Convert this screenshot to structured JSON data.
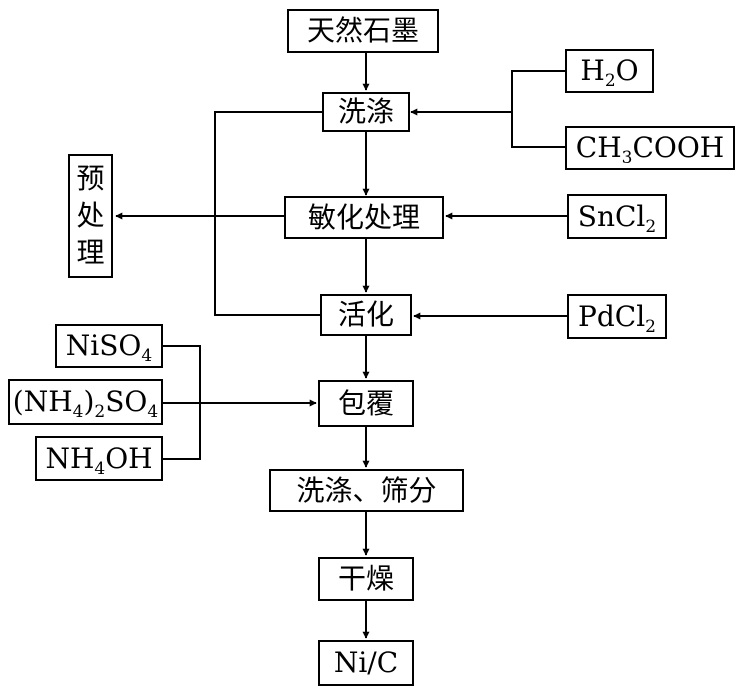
{
  "main_flow": {
    "natural_graphite": "天然石墨",
    "washing": "洗涤",
    "sensitization": "敏化处理",
    "activation": "活化",
    "coating": "包覆",
    "wash_sieve": "洗涤、筛分",
    "drying": "干燥",
    "product": "Ni/C"
  },
  "pretreatment": {
    "chars": [
      "预",
      "处",
      "理"
    ]
  },
  "reagents": {
    "water": {
      "a": "H",
      "sub1": "2",
      "b": "O"
    },
    "acetic_acid": {
      "a": "CH",
      "sub1": "3",
      "b": "COOH"
    },
    "tin_chloride": {
      "a": "SnCl",
      "sub1": "2"
    },
    "palladium_chloride": {
      "a": "PdCl",
      "sub1": "2"
    },
    "nickel_sulfate": {
      "a": "NiSO",
      "sub1": "4"
    },
    "ammonium_sulfate": {
      "a": "(NH",
      "sub1": "4",
      "b": ")",
      "sub2": "2",
      "c": "SO",
      "sub3": "4"
    },
    "ammonia_water": {
      "a": "NH",
      "sub1": "4",
      "b": "OH"
    }
  }
}
